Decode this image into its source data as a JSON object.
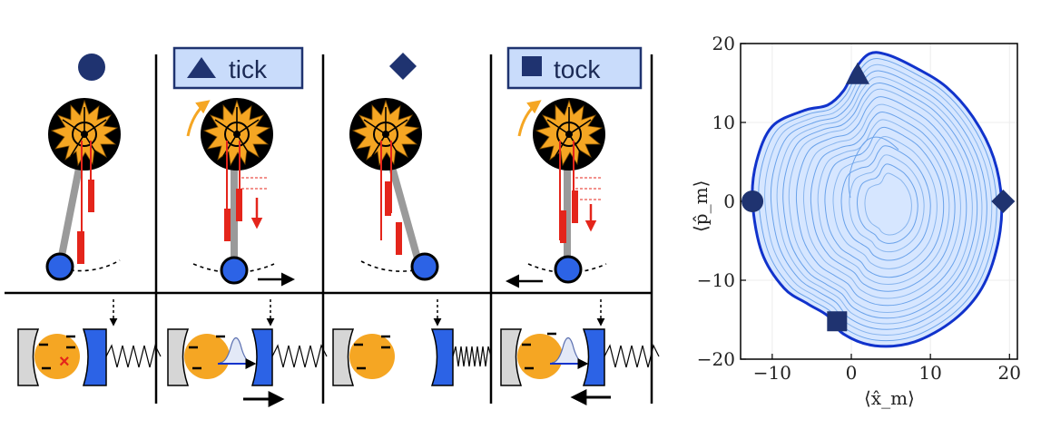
{
  "panels": {
    "labels": [
      "",
      "tick",
      "",
      "tock"
    ],
    "markers": [
      "circle",
      "triangle",
      "diamond",
      "square"
    ]
  },
  "colors": {
    "navy": "#1f3370",
    "blue": "#2c63e6",
    "orange": "#f5a623",
    "red": "#e4251b",
    "gray": "#9a9a9a",
    "label_bg": "#c9dcfb",
    "contour": "#6aa2ea",
    "outer": "#1133cc",
    "fill": "#d6e6ff"
  },
  "chart_data": {
    "type": "line",
    "title": "",
    "xlabel": "⟨x̂_m⟩",
    "ylabel": "⟨p̂_m⟩",
    "xlim": [
      -14,
      21
    ],
    "ylim": [
      -20,
      20
    ],
    "xticks": [
      -10,
      0,
      10,
      20
    ],
    "yticks": [
      -20,
      -10,
      0,
      10,
      20
    ],
    "xtick_labels": [
      "−10",
      "0",
      "10",
      "20"
    ],
    "ytick_labels": [
      "−20",
      "−10",
      "0",
      "10",
      "20"
    ],
    "grid": true,
    "limit_cycle": [
      [
        -12.5,
        0
      ],
      [
        -12,
        5
      ],
      [
        -10,
        9.5
      ],
      [
        -6,
        11.5
      ],
      [
        -3,
        12.2
      ],
      [
        -1,
        14
      ],
      [
        0.5,
        16.8
      ],
      [
        2.3,
        18.7
      ],
      [
        4.5,
        18.6
      ],
      [
        8,
        17
      ],
      [
        12,
        14.5
      ],
      [
        15.5,
        10.5
      ],
      [
        18,
        5.5
      ],
      [
        19,
        0
      ],
      [
        18.5,
        -5.5
      ],
      [
        16.5,
        -11
      ],
      [
        13,
        -15
      ],
      [
        8,
        -17.8
      ],
      [
        3,
        -18.3
      ],
      [
        -1,
        -16.8
      ],
      [
        -3,
        -14.5
      ],
      [
        -5.5,
        -13
      ],
      [
        -8.5,
        -11
      ],
      [
        -11.3,
        -6.5
      ],
      [
        -12.5,
        0
      ]
    ],
    "markers": [
      {
        "shape": "circle",
        "x": -12.5,
        "y": 0
      },
      {
        "shape": "triangle",
        "x": 0.8,
        "y": 16
      },
      {
        "shape": "diamond",
        "x": 19.2,
        "y": 0
      },
      {
        "shape": "square",
        "x": -1.8,
        "y": -15.2
      }
    ]
  }
}
